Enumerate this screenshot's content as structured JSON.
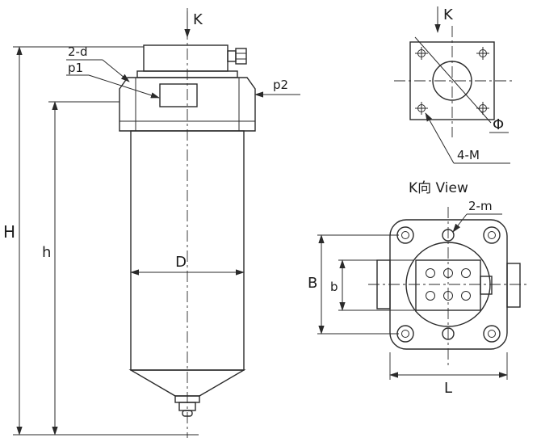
{
  "colors": {
    "line": "#2a2a2a",
    "background": "#ffffff"
  },
  "front_view": {
    "section_arrow": "K",
    "label_2d": "2-d",
    "label_p1": "p1",
    "label_p2": "p2",
    "dim_diameter": "D",
    "dim_total_height": "H",
    "dim_body_height": "h"
  },
  "flange_view": {
    "section_arrow": "K",
    "dim_bore": "Φ",
    "label_threads": "4-M"
  },
  "k_view": {
    "title": "K向 View",
    "label_2m": "2-m",
    "dim_B": "B",
    "dim_b": "b",
    "dim_L": "L"
  }
}
